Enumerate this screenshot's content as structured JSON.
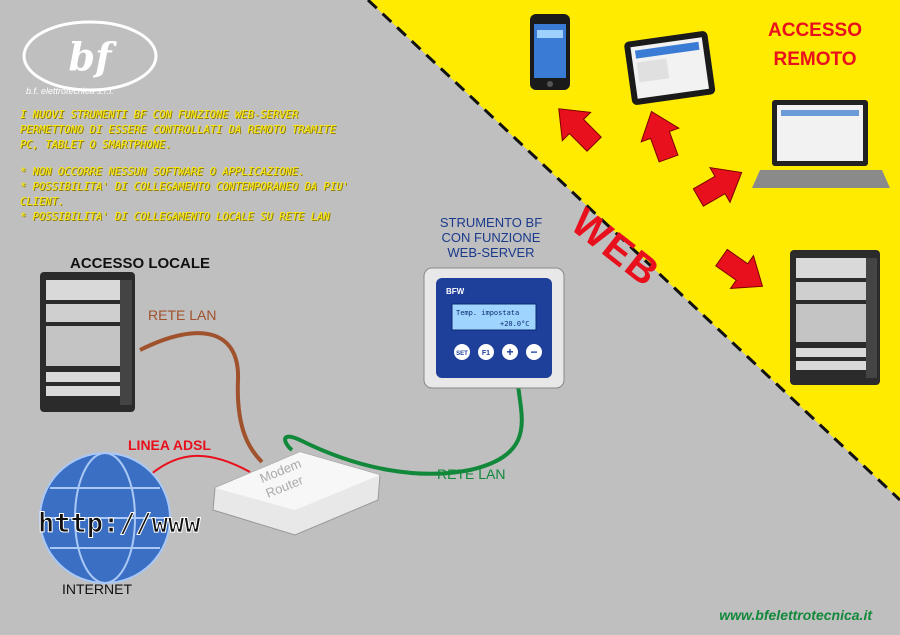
{
  "logo": {
    "mark": "bf",
    "subtitle": "b.f. elettrotecnica s.r.l."
  },
  "intro": {
    "paragraph": "I nuovi strumenti BF con funzione web-server permettono di essere controllati da remoto tramite PC, tablet o smartphone.",
    "bullets": [
      "* Non occorre nessun software o applicazione.",
      "* Possibilita' di collegamento contemporaneo da piu' client.",
      "* Possibilita' di collegamento locale su rete LAN"
    ]
  },
  "labels": {
    "local_access": "ACCESSO LOCALE",
    "remote_access": [
      "ACCESSO",
      "REMOTO"
    ],
    "lan_left": "RETE LAN",
    "lan_right": "RETE LAN",
    "adsl": "LINEA ADSL",
    "internet": "INTERNET",
    "web": "WEB",
    "instrument": [
      "STRUMENTO BF",
      "CON FUNZIONE",
      "WEB-SERVER"
    ]
  },
  "router": {
    "line1": "Modem",
    "line2": "Router"
  },
  "globe_text": "http://www",
  "instrument_panel": {
    "brand": "BFW",
    "line1": "Temp. impostata",
    "line2": "+20.0°C",
    "buttons": [
      "SET",
      "F1",
      "+",
      "−"
    ]
  },
  "footer": {
    "url": "www.bfelettrotecnica.it"
  },
  "colors": {
    "yellow": "#ffeb00",
    "red": "#e8101c",
    "green": "#11883a",
    "brown": "#a0522d",
    "blue": "#1b3a8c",
    "gray": "#bfbfbf"
  }
}
